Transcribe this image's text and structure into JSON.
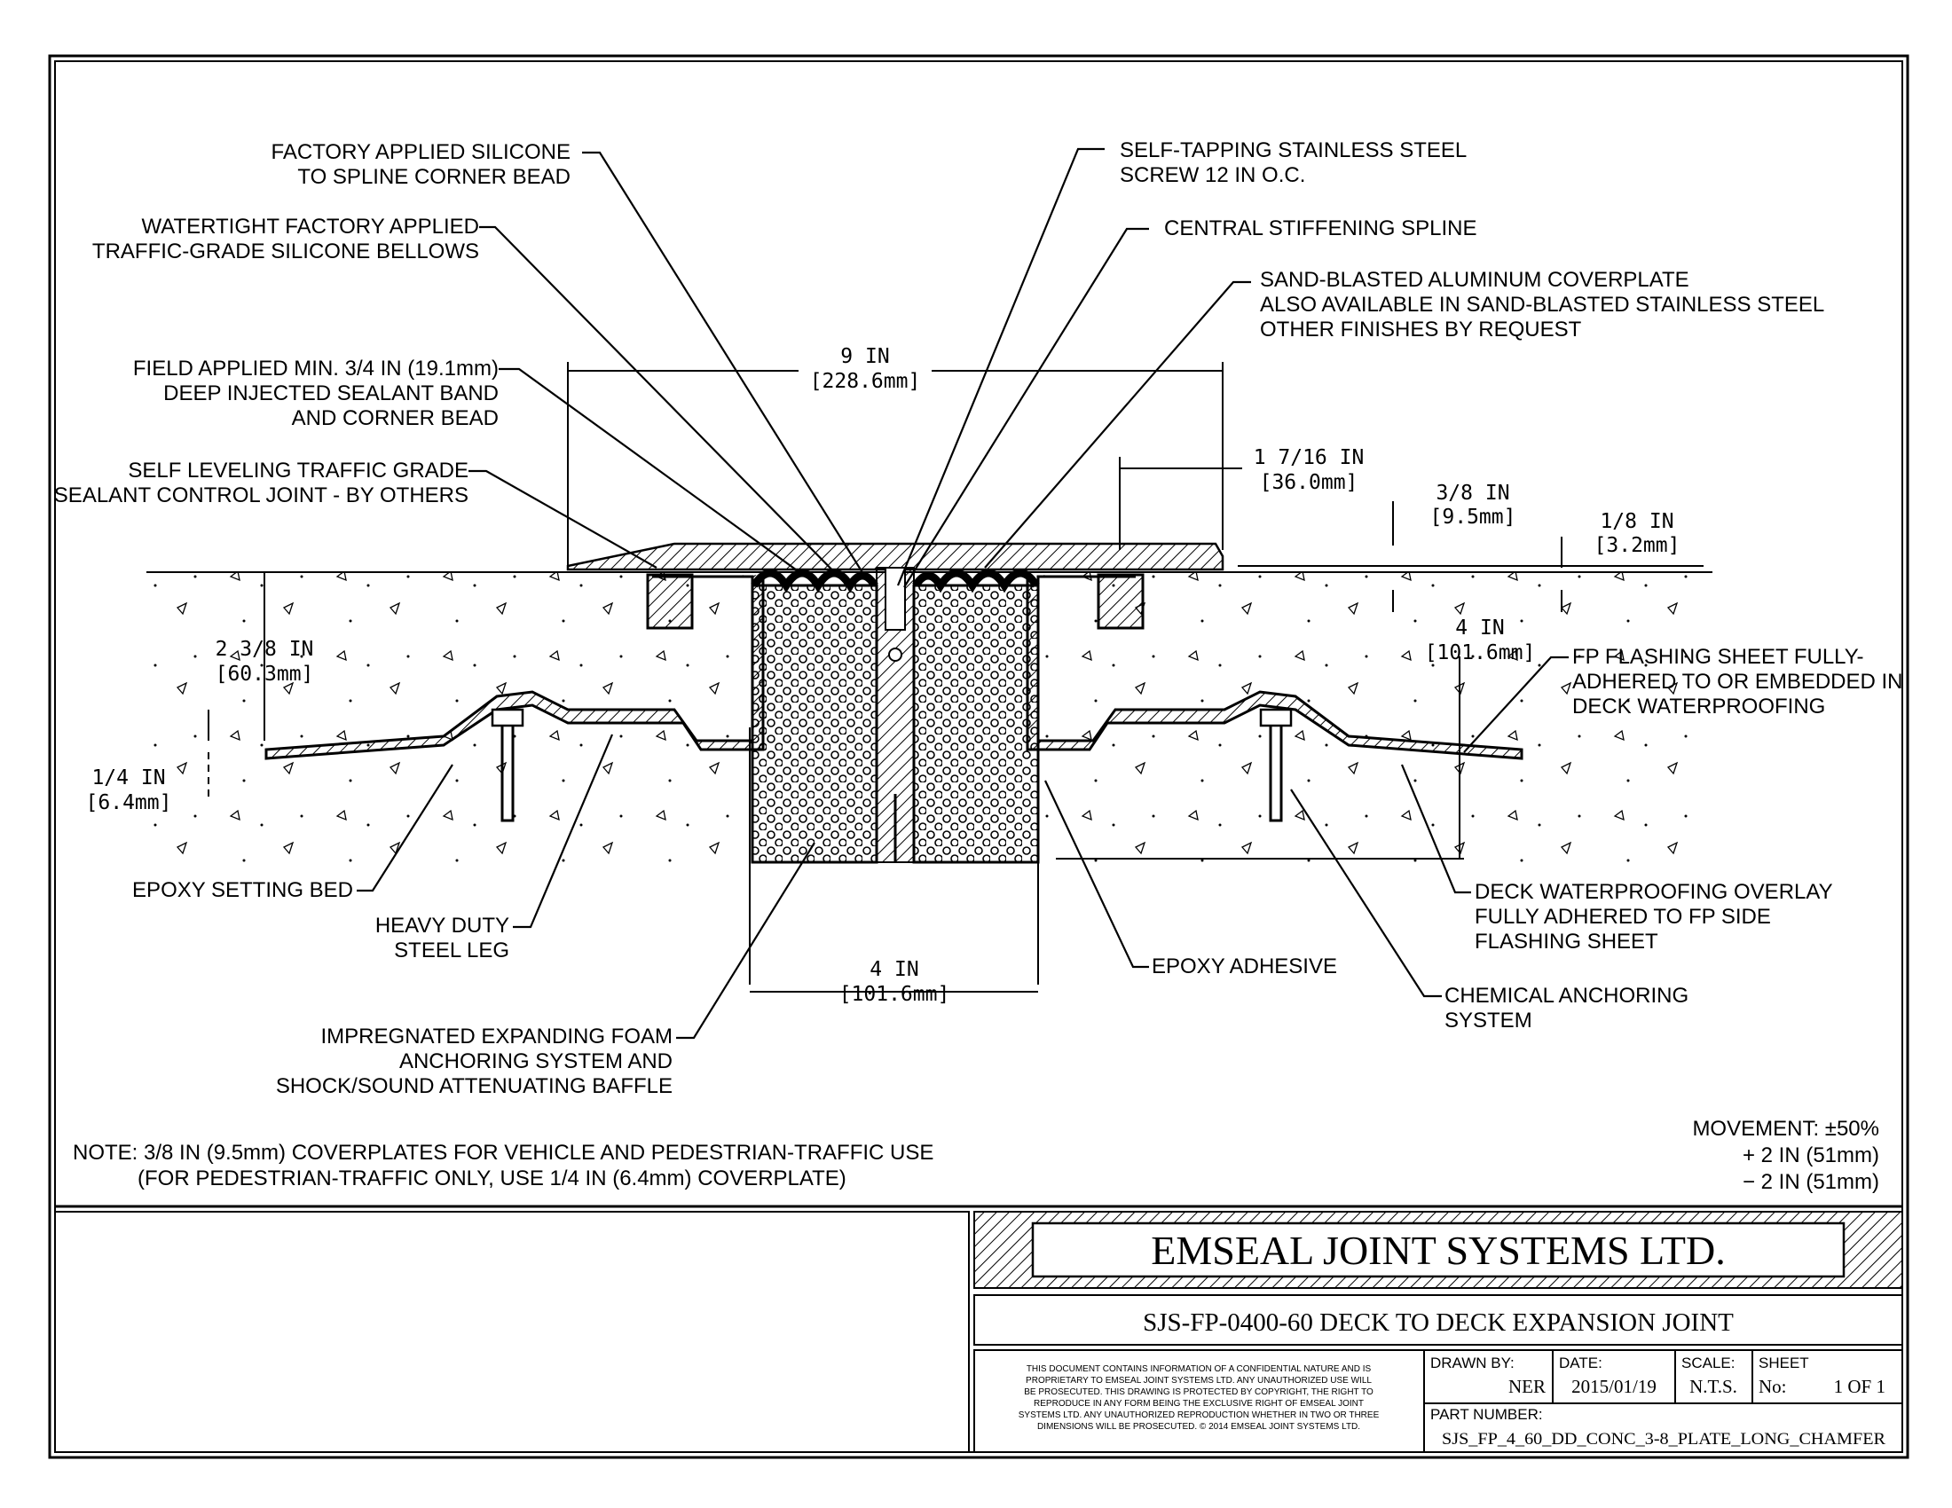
{
  "callouts": {
    "silicone_to_spline_1": "FACTORY APPLIED SILICONE",
    "silicone_to_spline_2": "TO SPLINE CORNER BEAD",
    "watertight_1": "WATERTIGHT FACTORY APPLIED",
    "watertight_2": "TRAFFIC-GRADE SILICONE BELLOWS",
    "field_applied_1": "FIELD APPLIED MIN. 3/4 IN (19.1mm)",
    "field_applied_2": "DEEP INJECTED SEALANT BAND",
    "field_applied_3": "AND CORNER BEAD",
    "self_leveling_1": "SELF LEVELING TRAFFIC GRADE",
    "self_leveling_2": "SEALANT CONTROL JOINT - BY OTHERS",
    "screw_1": "SELF-TAPPING STAINLESS STEEL",
    "screw_2": "SCREW 12 IN O.C.",
    "spline": "CENTRAL STIFFENING SPLINE",
    "coverplate_1": "SAND-BLASTED ALUMINUM COVERPLATE",
    "coverplate_2": "ALSO AVAILABLE IN SAND-BLASTED STAINLESS STEEL",
    "coverplate_3": "OTHER FINISHES BY REQUEST",
    "flashing_1": "FP FLASHING SHEET FULLY-",
    "flashing_2": "ADHERED TO OR EMBEDDED IN",
    "flashing_3": "DECK WATERPROOFING",
    "epoxy_bed": "EPOXY SETTING BED",
    "steel_leg_1": "HEAVY DUTY",
    "steel_leg_2": "STEEL LEG",
    "foam_1": "IMPREGNATED EXPANDING FOAM",
    "foam_2": "ANCHORING SYSTEM AND",
    "foam_3": "SHOCK/SOUND ATTENUATING BAFFLE",
    "epoxy_adhesive": "EPOXY ADHESIVE",
    "overlay_1": "DECK WATERPROOFING OVERLAY",
    "overlay_2": "FULLY ADHERED TO FP SIDE",
    "overlay_3": "FLASHING SHEET",
    "anchoring_1": "CHEMICAL ANCHORING",
    "anchoring_2": "SYSTEM"
  },
  "dimensions": {
    "width_top_in": "9 IN",
    "width_top_mm": "[228.6mm]",
    "offset_in": "1 7/16 IN",
    "offset_mm": "[36.0mm]",
    "plate_in": "3/8 IN",
    "plate_mm": "[9.5mm]",
    "chamfer_in": "1/8 IN",
    "chamfer_mm": "[3.2mm]",
    "depth_in": "4 IN",
    "depth_mm": "[101.6mm]",
    "leg_in": "2 3/8 IN",
    "leg_mm": "[60.3mm]",
    "bed_in": "1/4 IN",
    "bed_mm": "[6.4mm]",
    "gap_in": "4 IN",
    "gap_mm": "[101.6mm]"
  },
  "notes": {
    "note_1": "NOTE: 3/8 IN (9.5mm) COVERPLATES FOR VEHICLE AND PEDESTRIAN-TRAFFIC USE",
    "note_2": "(FOR PEDESTRIAN-TRAFFIC ONLY, USE 1/4 IN (6.4mm) COVERPLATE)",
    "movement_1": "MOVEMENT: ±50%",
    "movement_2": "+ 2 IN (51mm)",
    "movement_3": "− 2 IN (51mm)"
  },
  "title_block": {
    "company": "EMSEAL JOINT SYSTEMS LTD.",
    "drawing_title": "SJS-FP-0400-60 DECK TO DECK EXPANSION JOINT",
    "disclaimer_1": "THIS DOCUMENT CONTAINS INFORMATION OF A CONFIDENTIAL NATURE AND IS",
    "disclaimer_2": "PROPRIETARY TO EMSEAL JOINT SYSTEMS LTD. ANY UNAUTHORIZED USE WILL",
    "disclaimer_3": "BE PROSECUTED. THIS DRAWING IS PROTECTED BY COPYRIGHT, THE RIGHT TO",
    "disclaimer_4": "REPRODUCE IN ANY FORM BEING THE EXCLUSIVE RIGHT OF EMSEAL JOINT",
    "disclaimer_5": "SYSTEMS LTD. ANY UNAUTHORIZED REPRODUCTION WHETHER IN TWO OR THREE",
    "disclaimer_6": "DIMENSIONS WILL BE PROSECUTED. © 2014 EMSEAL JOINT SYSTEMS LTD.",
    "drawn_by_label": "DRAWN BY:",
    "drawn_by": "NER",
    "date_label": "DATE:",
    "date": "2015/01/19",
    "scale_label": "SCALE:",
    "scale": "N.T.S.",
    "sheet_label": "SHEET",
    "sheet_no_label": "No:",
    "sheet_no": "1 OF 1",
    "part_number_label": "PART NUMBER:",
    "part_number": "SJS_FP_4_60_DD_CONC_3-8_PLATE_LONG_CHAMFER"
  }
}
